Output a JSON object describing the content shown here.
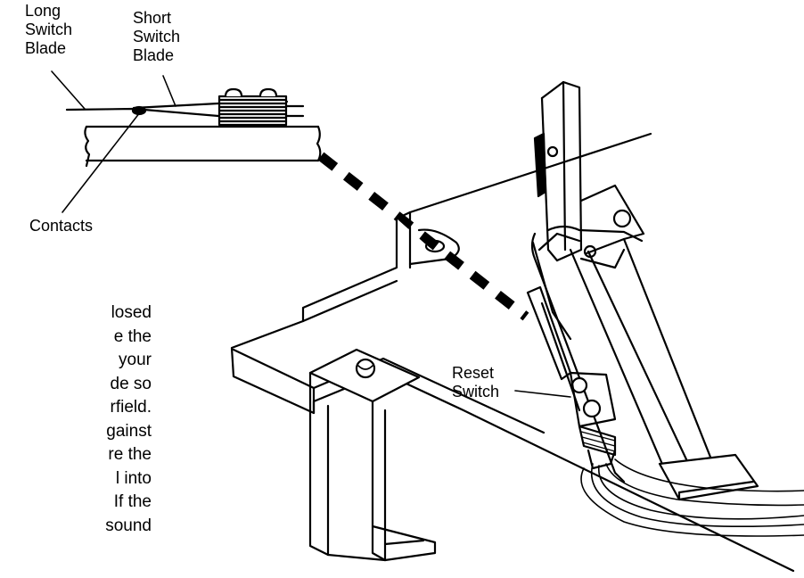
{
  "labels": {
    "long_switch_blade": [
      "Long",
      "Switch",
      "Blade"
    ],
    "short_switch_blade": [
      "Short",
      "Switch",
      "Blade"
    ],
    "contacts": "Contacts",
    "reset_switch": [
      "Reset",
      "Switch"
    ]
  },
  "body_text_lines": [
    "losed",
    "e the",
    "your",
    "de so",
    "rfield.",
    "gainst",
    "re the",
    "l into",
    "If the",
    "sound"
  ]
}
